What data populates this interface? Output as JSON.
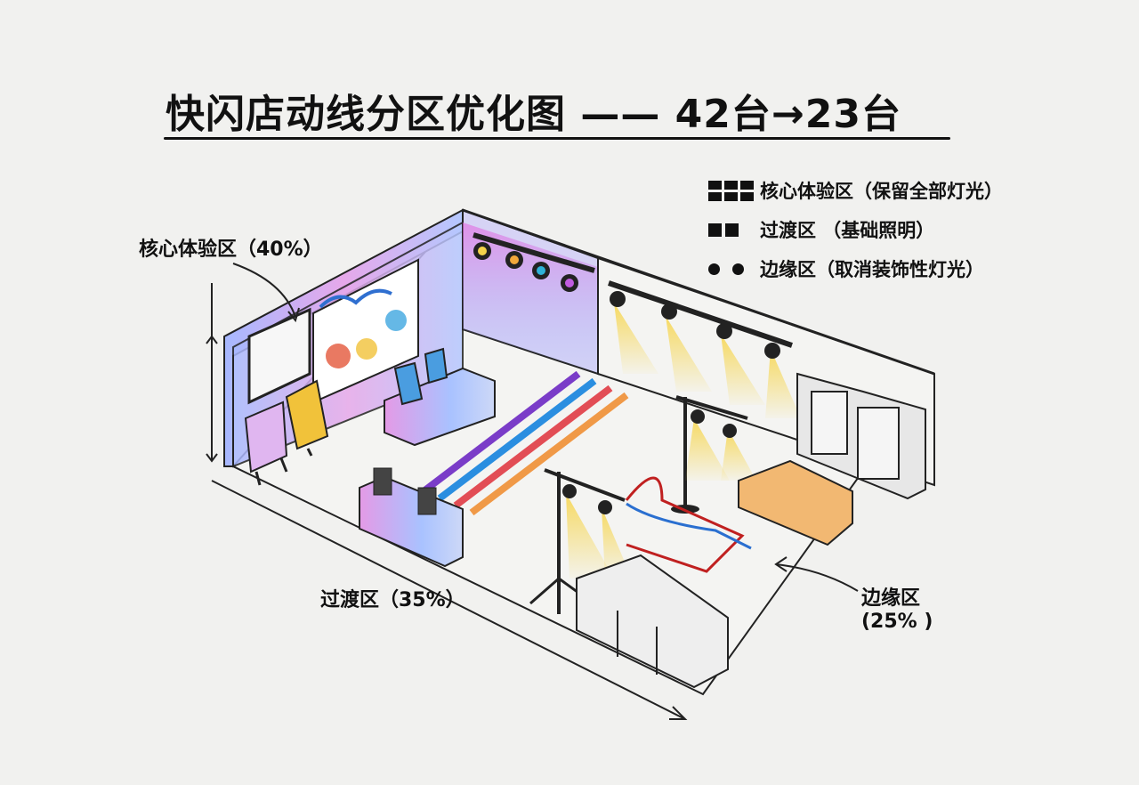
{
  "title": "快闪店动线分区优化图 —— 42台→23台",
  "legend": {
    "items": [
      {
        "marker": "nine-squares",
        "label": "核心体验区（保留全部灯光）"
      },
      {
        "marker": "two-squares",
        "label": "过渡区 （基础照明）"
      },
      {
        "marker": "two-dots",
        "label": "边缘区（取消装饰性灯光）"
      }
    ]
  },
  "zones": {
    "core": {
      "label": "核心体验区（40%）"
    },
    "transition": {
      "label": "过渡区（35%）"
    },
    "edge": {
      "label_line1": "边缘区",
      "label_line2": "(25% )"
    }
  },
  "colors": {
    "background": "#f1f1ef",
    "ink": "#111111",
    "light_beam": "#f5dc6a",
    "wall_gradient": [
      "#9fb8ff",
      "#e7a2e6"
    ],
    "floor_stripes": [
      "#e0303a",
      "#f08a2a",
      "#7a3cc8",
      "#2a8ee0"
    ]
  }
}
